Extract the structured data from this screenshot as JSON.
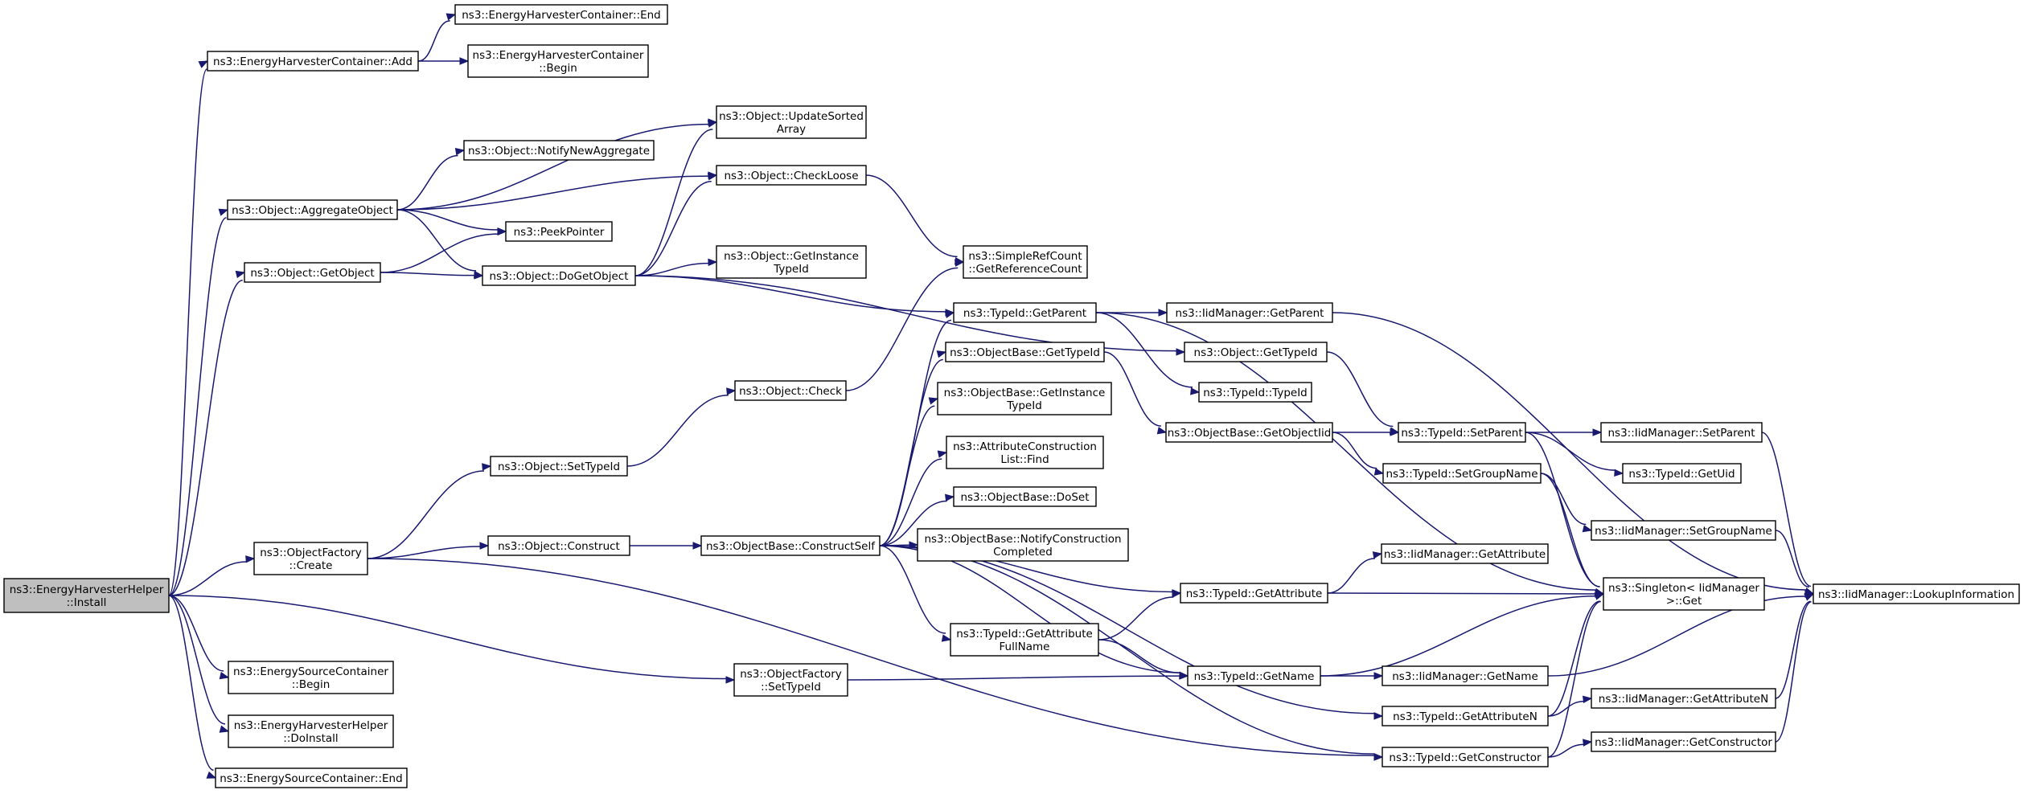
{
  "nodes": [
    {
      "id": "root",
      "lines": [
        "ns3::EnergyHarvesterHelper",
        "::Install"
      ],
      "root": true
    },
    {
      "id": "ehc_end",
      "lines": [
        "ns3::EnergyHarvesterContainer::End"
      ]
    },
    {
      "id": "ehc_add",
      "lines": [
        "ns3::EnergyHarvesterContainer::Add"
      ]
    },
    {
      "id": "ehc_begin",
      "lines": [
        "ns3::EnergyHarvesterContainer",
        "::Begin"
      ]
    },
    {
      "id": "obj_update",
      "lines": [
        "ns3::Object::UpdateSorted",
        "Array"
      ]
    },
    {
      "id": "obj_notify",
      "lines": [
        "ns3::Object::NotifyNewAggregate"
      ]
    },
    {
      "id": "obj_aggregate",
      "lines": [
        "ns3::Object::AggregateObject"
      ]
    },
    {
      "id": "obj_checkloose",
      "lines": [
        "ns3::Object::CheckLoose"
      ]
    },
    {
      "id": "peekpointer",
      "lines": [
        "ns3::PeekPointer"
      ]
    },
    {
      "id": "obj_getobject",
      "lines": [
        "ns3::Object::GetObject"
      ]
    },
    {
      "id": "obj_dogetobject",
      "lines": [
        "ns3::Object::DoGetObject"
      ]
    },
    {
      "id": "obj_getinstance",
      "lines": [
        "ns3::Object::GetInstance",
        "TypeId"
      ]
    },
    {
      "id": "simplerefcount",
      "lines": [
        "ns3::SimpleRefCount",
        "::GetReferenceCount"
      ]
    },
    {
      "id": "typeid_getparent",
      "lines": [
        "ns3::TypeId::GetParent"
      ]
    },
    {
      "id": "iid_getparent",
      "lines": [
        "ns3::IidManager::GetParent"
      ]
    },
    {
      "id": "objbase_gettypeid",
      "lines": [
        "ns3::ObjectBase::GetTypeId"
      ]
    },
    {
      "id": "obj_gettypeid",
      "lines": [
        "ns3::Object::GetTypeId"
      ]
    },
    {
      "id": "obj_check",
      "lines": [
        "ns3::Object::Check"
      ]
    },
    {
      "id": "typeid_typeid",
      "lines": [
        "ns3::TypeId::TypeId"
      ]
    },
    {
      "id": "objbase_getinstance",
      "lines": [
        "ns3::ObjectBase::GetInstance",
        "TypeId"
      ]
    },
    {
      "id": "objbase_getobjectiid",
      "lines": [
        "ns3::ObjectBase::GetObjectIid"
      ]
    },
    {
      "id": "typeid_setparent",
      "lines": [
        "ns3::TypeId::SetParent"
      ]
    },
    {
      "id": "iid_setparent",
      "lines": [
        "ns3::IidManager::SetParent"
      ]
    },
    {
      "id": "attr_find",
      "lines": [
        "ns3::AttributeConstruction",
        "List::Find"
      ]
    },
    {
      "id": "obj_settypeid",
      "lines": [
        "ns3::Object::SetTypeId"
      ]
    },
    {
      "id": "typeid_getuid",
      "lines": [
        "ns3::TypeId::GetUid"
      ]
    },
    {
      "id": "typeid_setgroupname",
      "lines": [
        "ns3::TypeId::SetGroupName"
      ]
    },
    {
      "id": "objbase_doset",
      "lines": [
        "ns3::ObjectBase::DoSet"
      ]
    },
    {
      "id": "iid_setgroupname",
      "lines": [
        "ns3::IidManager::SetGroupName"
      ]
    },
    {
      "id": "objfactory_create",
      "lines": [
        "ns3::ObjectFactory",
        "::Create"
      ]
    },
    {
      "id": "obj_construct",
      "lines": [
        "ns3::Object::Construct"
      ]
    },
    {
      "id": "objbase_constructself",
      "lines": [
        "ns3::ObjectBase::ConstructSelf"
      ]
    },
    {
      "id": "objbase_notifyconstruction",
      "lines": [
        "ns3::ObjectBase::NotifyConstruction",
        "Completed"
      ]
    },
    {
      "id": "iid_getattribute",
      "lines": [
        "ns3::IidManager::GetAttribute"
      ]
    },
    {
      "id": "singleton_get",
      "lines": [
        "ns3::Singleton< IidManager",
        ">::Get"
      ]
    },
    {
      "id": "typeid_getattribute",
      "lines": [
        "ns3::TypeId::GetAttribute"
      ]
    },
    {
      "id": "iid_lookup",
      "lines": [
        "ns3::IidManager::LookupInformation"
      ]
    },
    {
      "id": "typeid_getattributefullname",
      "lines": [
        "ns3::TypeId::GetAttribute",
        "FullName"
      ]
    },
    {
      "id": "esc_begin",
      "lines": [
        "ns3::EnergySourceContainer",
        "::Begin"
      ]
    },
    {
      "id": "objfactory_settypeid",
      "lines": [
        "ns3::ObjectFactory",
        "::SetTypeId"
      ]
    },
    {
      "id": "typeid_getname",
      "lines": [
        "ns3::TypeId::GetName"
      ]
    },
    {
      "id": "iid_getname",
      "lines": [
        "ns3::IidManager::GetName"
      ]
    },
    {
      "id": "ehh_doinstall",
      "lines": [
        "ns3::EnergyHarvesterHelper",
        "::DoInstall"
      ]
    },
    {
      "id": "typeid_getattributen",
      "lines": [
        "ns3::TypeId::GetAttributeN"
      ]
    },
    {
      "id": "iid_getattributen",
      "lines": [
        "ns3::IidManager::GetAttributeN"
      ]
    },
    {
      "id": "typeid_getconstructor",
      "lines": [
        "ns3::TypeId::GetConstructor"
      ]
    },
    {
      "id": "iid_getconstructor",
      "lines": [
        "ns3::IidManager::GetConstructor"
      ]
    },
    {
      "id": "esc_end",
      "lines": [
        "ns3::EnergySourceContainer::End"
      ]
    }
  ],
  "edges": [
    {
      "from": "root",
      "to": "ehc_add"
    },
    {
      "from": "root",
      "to": "obj_aggregate"
    },
    {
      "from": "root",
      "to": "obj_getobject"
    },
    {
      "from": "root",
      "to": "objfactory_create"
    },
    {
      "from": "root",
      "to": "esc_begin"
    },
    {
      "from": "root",
      "to": "objfactory_settypeid"
    },
    {
      "from": "root",
      "to": "ehh_doinstall"
    },
    {
      "from": "root",
      "to": "esc_end"
    },
    {
      "from": "ehc_add",
      "to": "ehc_end"
    },
    {
      "from": "ehc_add",
      "to": "ehc_begin"
    },
    {
      "from": "obj_aggregate",
      "to": "obj_update"
    },
    {
      "from": "obj_aggregate",
      "to": "obj_notify"
    },
    {
      "from": "obj_aggregate",
      "to": "obj_checkloose"
    },
    {
      "from": "obj_aggregate",
      "to": "peekpointer"
    },
    {
      "from": "obj_aggregate",
      "to": "obj_dogetobject"
    },
    {
      "from": "obj_getobject",
      "to": "peekpointer"
    },
    {
      "from": "obj_getobject",
      "to": "obj_dogetobject"
    },
    {
      "from": "obj_dogetobject",
      "to": "obj_update"
    },
    {
      "from": "obj_dogetobject",
      "to": "obj_checkloose"
    },
    {
      "from": "obj_dogetobject",
      "to": "obj_getinstance"
    },
    {
      "from": "obj_dogetobject",
      "to": "obj_gettypeid"
    },
    {
      "from": "obj_dogetobject",
      "to": "typeid_getparent"
    },
    {
      "from": "obj_checkloose",
      "to": "simplerefcount"
    },
    {
      "from": "obj_check",
      "to": "simplerefcount"
    },
    {
      "from": "typeid_getparent",
      "to": "iid_getparent"
    },
    {
      "from": "typeid_getparent",
      "to": "typeid_typeid"
    },
    {
      "from": "typeid_getparent",
      "to": "singleton_get"
    },
    {
      "from": "iid_getparent",
      "to": "iid_lookup"
    },
    {
      "from": "obj_gettypeid",
      "to": "typeid_setparent"
    },
    {
      "from": "objbase_gettypeid",
      "to": "objbase_getobjectiid"
    },
    {
      "from": "objbase_getobjectiid",
      "to": "typeid_setparent"
    },
    {
      "from": "objbase_getobjectiid",
      "to": "typeid_setgroupname"
    },
    {
      "from": "typeid_setparent",
      "to": "iid_setparent"
    },
    {
      "from": "typeid_setparent",
      "to": "typeid_getuid"
    },
    {
      "from": "typeid_setparent",
      "to": "singleton_get"
    },
    {
      "from": "iid_setparent",
      "to": "iid_lookup"
    },
    {
      "from": "typeid_setgroupname",
      "to": "iid_setgroupname"
    },
    {
      "from": "typeid_setgroupname",
      "to": "singleton_get"
    },
    {
      "from": "iid_setgroupname",
      "to": "iid_lookup"
    },
    {
      "from": "obj_settypeid",
      "to": "obj_check"
    },
    {
      "from": "objfactory_create",
      "to": "obj_settypeid"
    },
    {
      "from": "objfactory_create",
      "to": "obj_construct"
    },
    {
      "from": "objfactory_create",
      "to": "typeid_getconstructor"
    },
    {
      "from": "obj_construct",
      "to": "objbase_constructself"
    },
    {
      "from": "objbase_constructself",
      "to": "typeid_getparent"
    },
    {
      "from": "objbase_constructself",
      "to": "objbase_gettypeid"
    },
    {
      "from": "objbase_constructself",
      "to": "objbase_getinstance"
    },
    {
      "from": "objbase_constructself",
      "to": "attr_find"
    },
    {
      "from": "objbase_constructself",
      "to": "objbase_doset"
    },
    {
      "from": "objbase_constructself",
      "to": "objbase_notifyconstruction"
    },
    {
      "from": "objbase_constructself",
      "to": "typeid_getattribute"
    },
    {
      "from": "objbase_constructself",
      "to": "typeid_getattributefullname"
    },
    {
      "from": "objbase_constructself",
      "to": "typeid_getname"
    },
    {
      "from": "objbase_constructself",
      "to": "typeid_getattributen"
    },
    {
      "from": "objbase_constructself",
      "to": "typeid_getconstructor"
    },
    {
      "from": "typeid_getattribute",
      "to": "iid_getattribute"
    },
    {
      "from": "typeid_getattribute",
      "to": "singleton_get"
    },
    {
      "from": "typeid_getattributefullname",
      "to": "typeid_getattribute"
    },
    {
      "from": "typeid_getattributefullname",
      "to": "typeid_getname"
    },
    {
      "from": "objfactory_settypeid",
      "to": "typeid_getname"
    },
    {
      "from": "typeid_getname",
      "to": "singleton_get"
    },
    {
      "from": "typeid_getname",
      "to": "iid_getname"
    },
    {
      "from": "iid_getname",
      "to": "iid_lookup"
    },
    {
      "from": "typeid_getattributen",
      "to": "singleton_get"
    },
    {
      "from": "typeid_getattributen",
      "to": "iid_getattributen"
    },
    {
      "from": "iid_getattributen",
      "to": "iid_lookup"
    },
    {
      "from": "typeid_getconstructor",
      "to": "singleton_get"
    },
    {
      "from": "typeid_getconstructor",
      "to": "iid_getconstructor"
    },
    {
      "from": "iid_getconstructor",
      "to": "iid_lookup"
    }
  ]
}
